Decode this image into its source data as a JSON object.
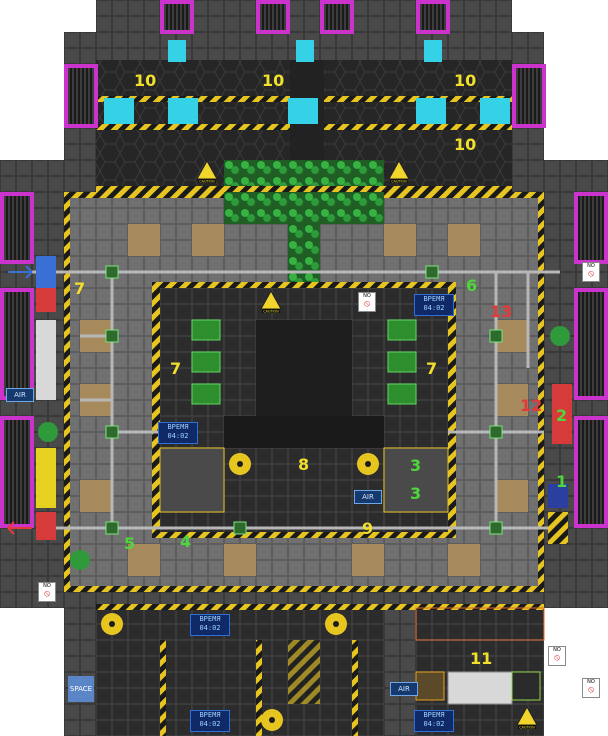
{
  "scene": {
    "palette": {
      "void": "#ffffff",
      "hull": "#3a3a3a",
      "floor_dark": "#2c2c2c",
      "floor_grey": "#707070",
      "floor_tan": "#a68a5b",
      "hazard_yellow": "#e6c520",
      "window_purple": "#cc33cc",
      "cyan_light": "#35d1e6",
      "green_plant": "#2f9a39"
    },
    "labels": [
      {
        "text": "10",
        "color": "yellow"
      },
      {
        "text": "10",
        "color": "yellow"
      },
      {
        "text": "10",
        "color": "yellow"
      },
      {
        "text": "10",
        "color": "yellow"
      },
      {
        "text": "7",
        "color": "yellow"
      },
      {
        "text": "7",
        "color": "yellow"
      },
      {
        "text": "7",
        "color": "yellow"
      },
      {
        "text": "6",
        "color": "green"
      },
      {
        "text": "13",
        "color": "red"
      },
      {
        "text": "12",
        "color": "red"
      },
      {
        "text": "2",
        "color": "green"
      },
      {
        "text": "1",
        "color": "green"
      },
      {
        "text": "8",
        "color": "yellow"
      },
      {
        "text": "3",
        "color": "green"
      },
      {
        "text": "3",
        "color": "green"
      },
      {
        "text": "9",
        "color": "yellow"
      },
      {
        "text": "5",
        "color": "green"
      },
      {
        "text": "4",
        "color": "green"
      },
      {
        "text": "11",
        "color": "yellow"
      }
    ],
    "timers": [
      {
        "line1": "ВРЕМЯ",
        "line2": "04:02"
      },
      {
        "line1": "ВРЕМЯ",
        "line2": "04:02"
      },
      {
        "line1": "ВРЕМЯ",
        "line2": "04:02"
      },
      {
        "line1": "ВРЕМЯ",
        "line2": "04:02"
      },
      {
        "line1": "ВРЕМЯ",
        "line2": "04:02"
      }
    ],
    "air_signs": [
      "AIR",
      "AIR",
      "AIR"
    ],
    "caution_signs": [
      "CAUTION",
      "CAUTION",
      "CAUTION",
      "CAUTION"
    ],
    "no_signs": [
      "NO",
      "NO",
      "NO",
      "NO",
      "NO"
    ],
    "space_sign": "SPACE"
  }
}
